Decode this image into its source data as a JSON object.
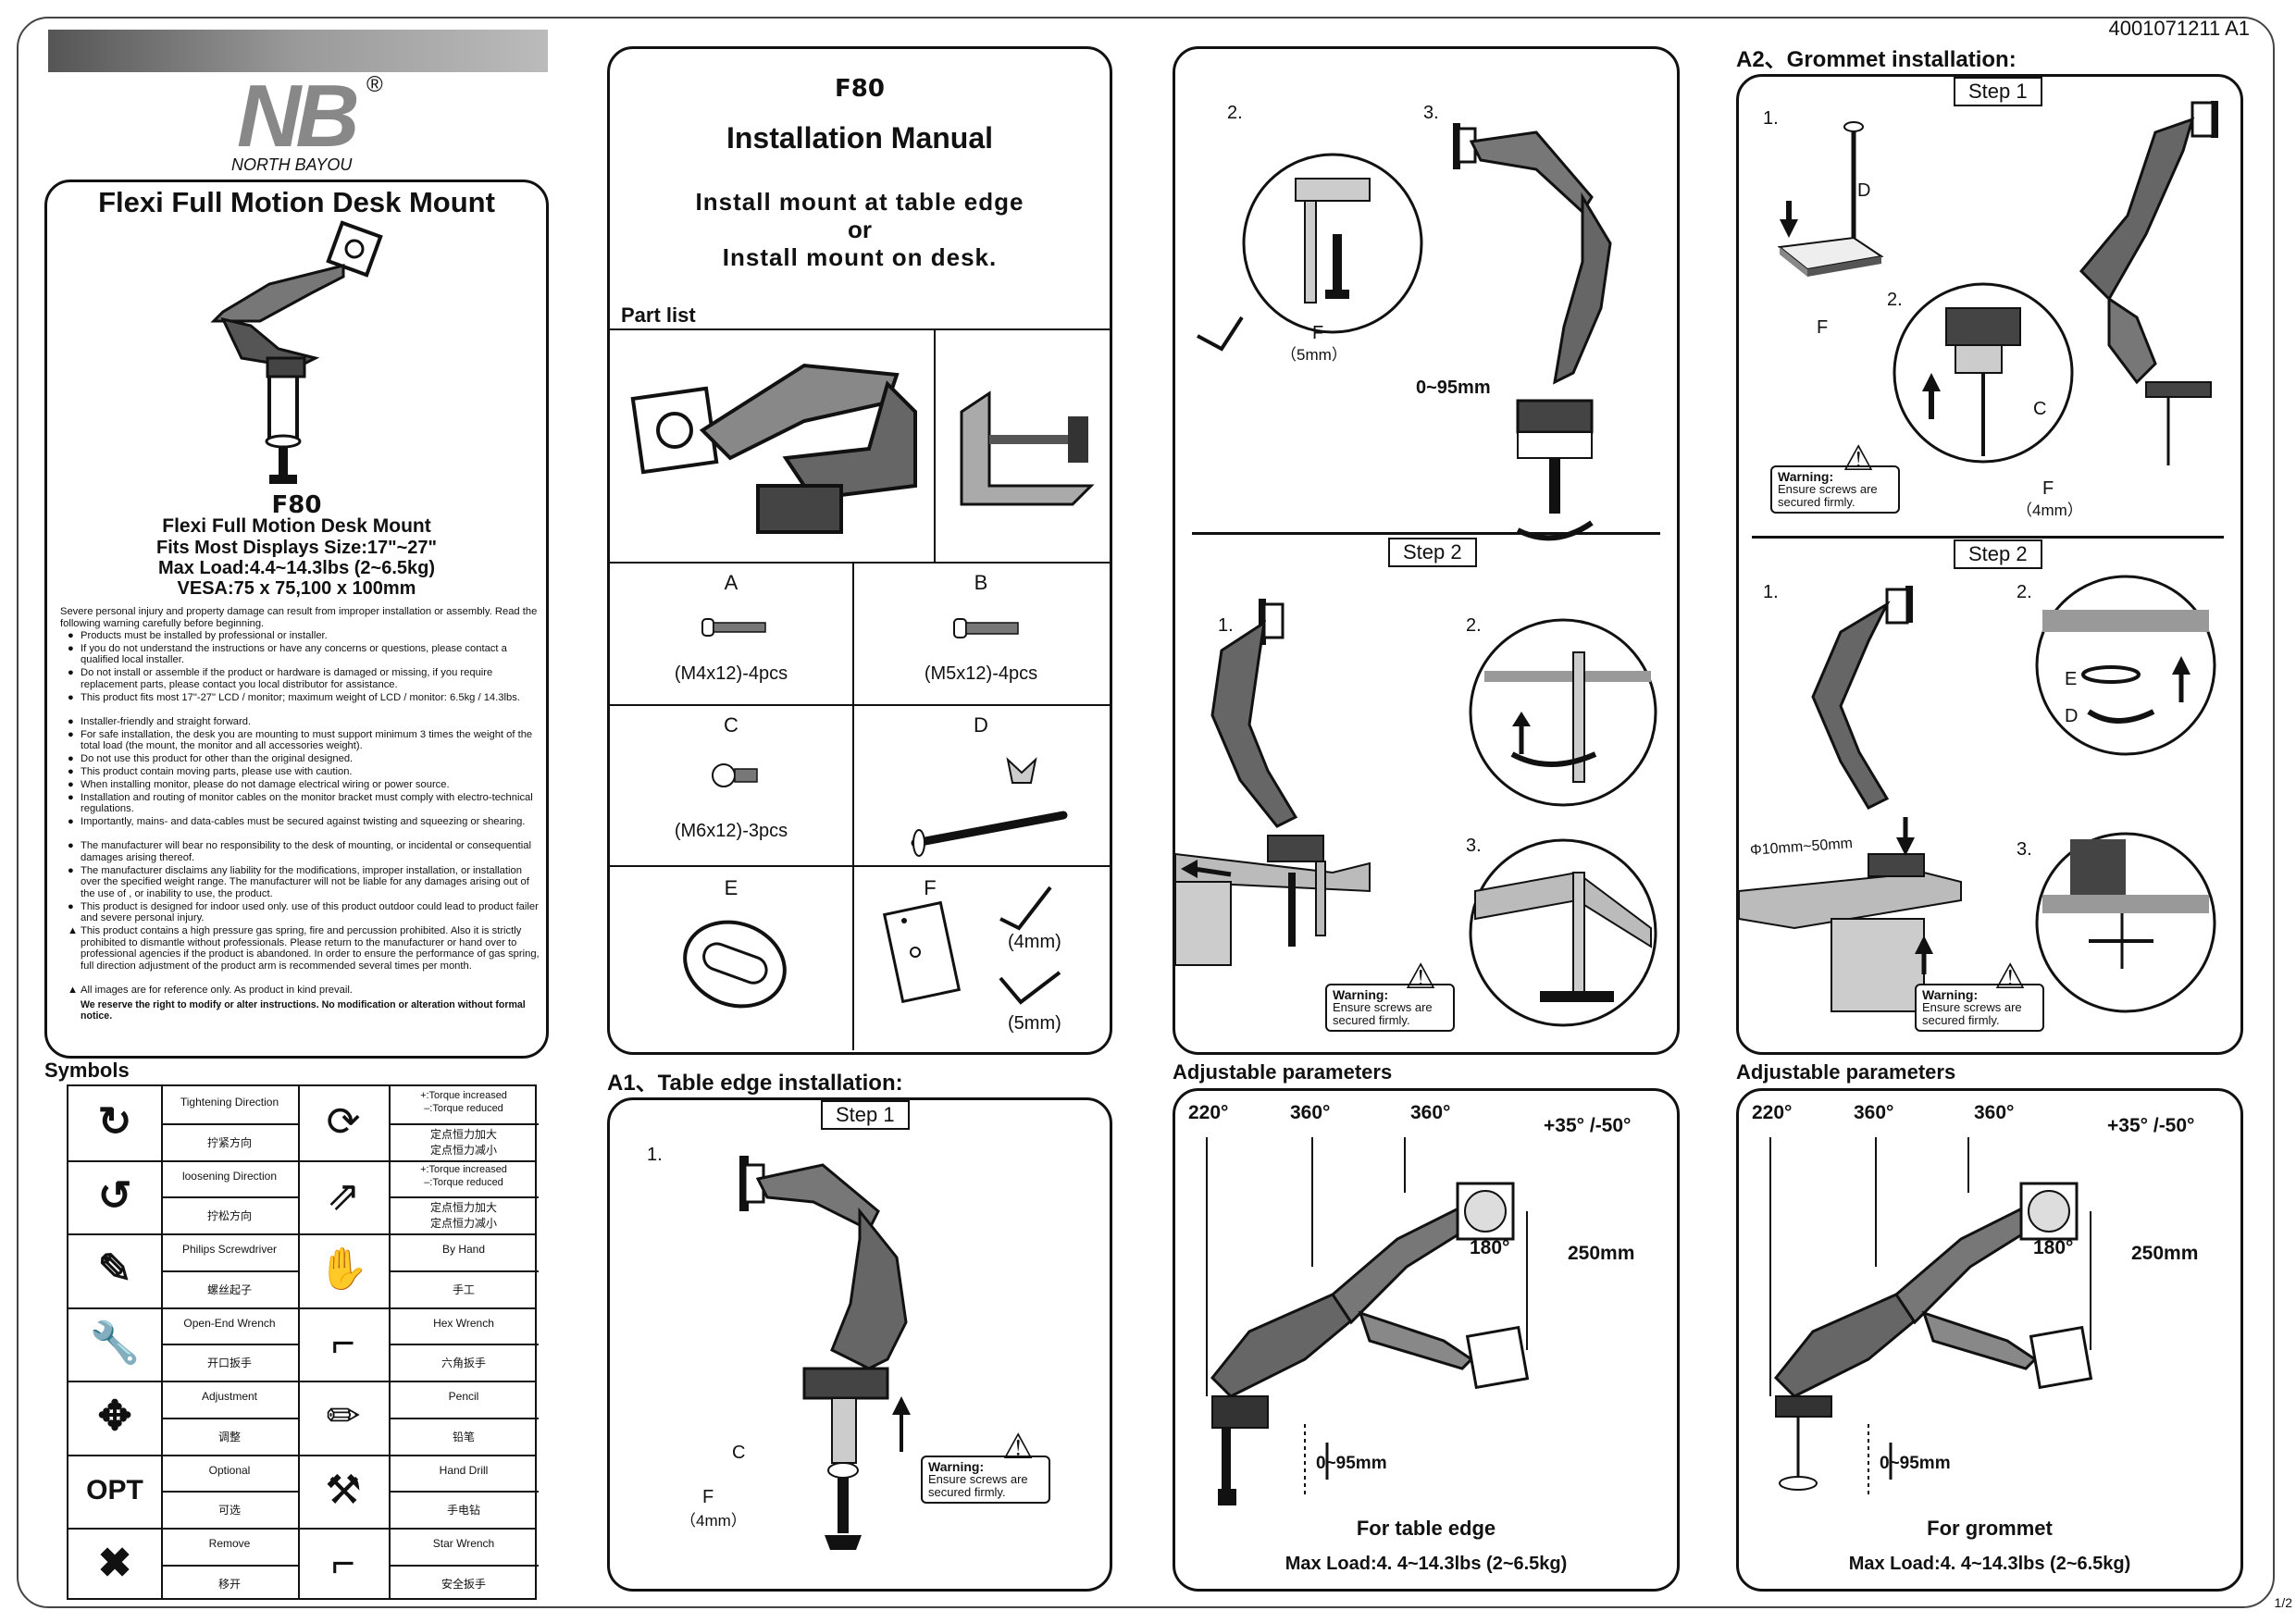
{
  "doc_code": "4001071211  A1",
  "page_num": "1/2",
  "brand": {
    "logo": "NB",
    "registered": "®",
    "name": "NORTH BAYOU"
  },
  "product": {
    "title": "Flexi Full Motion Desk Mount",
    "model": "F80",
    "subtitle": "Flexi Full Motion Desk Mount",
    "fits": "Fits Most Displays Size:17\"~27\"",
    "max_load": "Max Load:4.4~14.3lbs (2~6.5kg)",
    "vesa": "VESA:75 x 75,100 x 100mm"
  },
  "warnings": {
    "intro": "Severe personal injury and property damage can result from improper installation or assembly. Read the following warning carefully before beginning.",
    "items": [
      {
        "mark": "●",
        "text": "Products must be installed by professional or installer."
      },
      {
        "mark": "●",
        "text": "If you do not understand the instructions or have any concerns or questions, please contact a qualified local installer."
      },
      {
        "mark": "●",
        "text": "Do not install or assemble if the product or hardware is damaged or missing, if you require replacement parts, please contact you local distributor for assistance."
      },
      {
        "mark": "●",
        "text": "This product fits most 17\"-27\" LCD / monitor; maximum weight of LCD / monitor: 6.5kg / 14.3lbs."
      },
      {
        "mark": "●",
        "text": "Installer-friendly and straight forward."
      },
      {
        "mark": "●",
        "text": "For safe installation, the desk you are mounting to must support minimum 3 times the weight of the total load (the mount, the monitor and all accessories weight)."
      },
      {
        "mark": "●",
        "text": "Do not use this product for other than the original designed."
      },
      {
        "mark": "●",
        "text": "This product contain moving parts, please use with caution."
      },
      {
        "mark": "●",
        "text": "When installing monitor, please do not  damage electrical wiring or power source."
      },
      {
        "mark": "●",
        "text": "Installation and routing of monitor cables on the monitor bracket must comply with electro-technical regulations."
      },
      {
        "mark": "●",
        "text": "Importantly, mains- and data-cables must be secured against twisting and squeezing or shearing."
      },
      {
        "mark": "●",
        "text": "The manufacturer will bear no responsibility to the desk of mounting, or incidental or consequential damages arising thereof."
      },
      {
        "mark": "●",
        "text": "The manufacturer disclaims any liability for the modifications, improper installation, or installation over the specified weight range. The  manufacturer will not be liable for any damages arising out of the use of , or inability to use, the product."
      },
      {
        "mark": "●",
        "text": "This product is designed for indoor used only. use of this product outdoor could lead to product failer and severe personal injury."
      },
      {
        "mark": "▲",
        "text": "This product contains a high pressure gas spring, fire and percussion prohibited. Also it is strictly prohibited to dismantle without professionals. Please return to the manufacturer or hand over to professional agencies if the product is abandoned. In order to ensure the performance of gas spring, full direction adjustment of the product arm is recommended several times per month."
      },
      {
        "mark": "▲",
        "text": "All images are for reference only.  As product in kind prevail."
      }
    ],
    "reserve": "We reserve the right to modify or alter instructions. No modification or alteration without formal notice."
  },
  "symbols": {
    "title": "Symbols",
    "rows": [
      {
        "en1": "Tightening  Direction",
        "cn1": "拧紧方向",
        "en2a": "+:Torque increased",
        "en2b": "–:Torque reduced",
        "cn2a": "定点恒力加大",
        "cn2b": "定点恒力减小"
      },
      {
        "en1": "loosening  Direction",
        "cn1": "拧松方向",
        "en2a": "+:Torque increased",
        "en2b": "–:Torque reduced",
        "cn2a": "定点恒力加大",
        "cn2b": "定点恒力减小"
      },
      {
        "en1": "Philips Screwdriver",
        "cn1": "螺丝起子",
        "en2": "By Hand",
        "cn2": "手工"
      },
      {
        "en1": "Open-End Wrench",
        "cn1": "开口扳手",
        "en2": "Hex Wrench",
        "cn2": "六角扳手"
      },
      {
        "en1": "Adjustment",
        "cn1": "调整",
        "en2": "Pencil",
        "cn2": "铅笔"
      },
      {
        "en1": "Optional",
        "cn1": "可选",
        "en2": "Hand Drill",
        "cn2": "手电钻",
        "icon_text": "OPT"
      },
      {
        "en1": "Remove",
        "cn1": "移开",
        "en2": "Star Wrench",
        "cn2": "安全扳手"
      }
    ]
  },
  "manual": {
    "model": "F80",
    "title": "Installation Manual",
    "line1": "Install mount at table edge",
    "line2": "or",
    "line3": "Install mount on desk.",
    "part_list": "Part list",
    "parts": [
      {
        "letter": "A",
        "desc": "(M4x12)-4pcs"
      },
      {
        "letter": "B",
        "desc": "(M5x12)-4pcs"
      },
      {
        "letter": "C",
        "desc": "(M6x12)-3pcs"
      },
      {
        "letter": "D",
        "desc": ""
      },
      {
        "letter": "E",
        "desc": ""
      },
      {
        "letter": "F",
        "desc": "",
        "sizes": [
          "(4mm)",
          "(5mm)"
        ]
      }
    ]
  },
  "a1": {
    "title": "A1、Table edge installation:",
    "step1": "Step 1",
    "n1": "1.",
    "label_c": "C",
    "label_f": "F",
    "f_size": "（4mm）",
    "warn_t": "Warning:",
    "warn_1": "Ensure screws are",
    "warn_2": "secured firmly."
  },
  "table_steps": {
    "n2": "2.",
    "n3": "3.",
    "label_f": "F",
    "f_size": "（5mm）",
    "range": "0~95mm",
    "step2": "Step 2",
    "s2n1": "1.",
    "s2n2": "2.",
    "s2n3": "3.",
    "warn_t": "Warning:",
    "warn_1": "Ensure screws are",
    "warn_2": "secured firmly."
  },
  "a2": {
    "title": "A2、Grommet installation:",
    "step1": "Step 1",
    "n1": "1.",
    "n2": "2.",
    "label_d": "D",
    "label_f1": "F",
    "label_c": "C",
    "label_f2": "F",
    "f_size": "（4mm）",
    "warn_t": "Warning:",
    "warn_1": "Ensure screws are",
    "warn_2": "secured firmly.",
    "step2": "Step 2",
    "s2n1": "1.",
    "s2n2": "2.",
    "s2n3": "3.",
    "label_e": "E",
    "label_d2": "D",
    "hole": "Φ10mm~50mm",
    "warn2_t": "Warning:",
    "warn2_1": "Ensure screws are",
    "warn2_2": "secured firmly."
  },
  "adj_table": {
    "title": "Adjustable parameters",
    "a220": "220°",
    "a360a": "360°",
    "a360b": "360°",
    "tilt": "+35°  /-50°",
    "a180": "180°",
    "h250": "250mm",
    "range": "0~95mm",
    "caption": "For table edge",
    "load_label": "Max Load",
    "load_value": ":4. 4~14.3lbs (2~6.5kg)"
  },
  "adj_grommet": {
    "title": "Adjustable parameters",
    "a220": "220°",
    "a360a": "360°",
    "a360b": "360°",
    "tilt": "+35°  /-50°",
    "a180": "180°",
    "h250": "250mm",
    "range": "0~95mm",
    "caption": "For grommet",
    "load_label": "Max Load",
    "load_value": ":4. 4~14.3lbs (2~6.5kg)"
  }
}
